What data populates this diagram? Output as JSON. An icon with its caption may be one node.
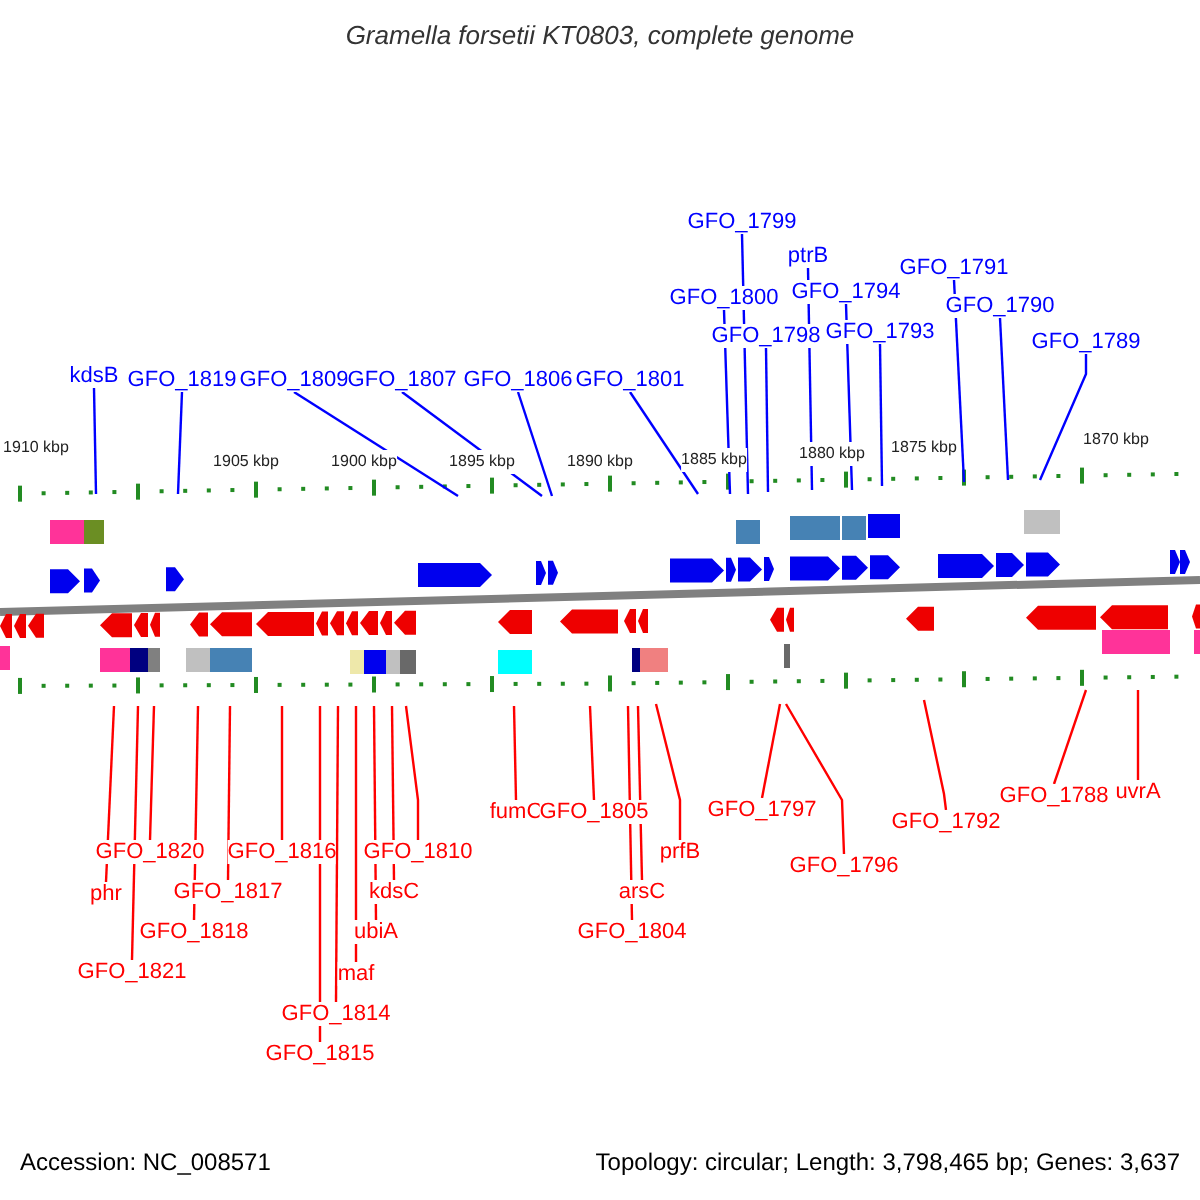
{
  "diagram": {
    "title": "Gramella forsetii KT0803, complete genome",
    "nodes": [
      {
        "text": [
          "kdsB"
        ]
      },
      {
        "text": [
          "GFO_1819"
        ]
      },
      {
        "text": [
          "GFO_1809"
        ]
      },
      {
        "text": [
          "GFO_1807"
        ]
      },
      {
        "text": [
          "GFO_1806"
        ]
      },
      {
        "text": [
          "GFO_1801"
        ]
      },
      {
        "text": [
          "GFO_1800"
        ]
      },
      {
        "text": [
          "GFO_1799"
        ]
      },
      {
        "text": [
          "GFO_1798"
        ]
      },
      {
        "text": [
          "ptrB"
        ]
      },
      {
        "text": [
          "GFO_1794"
        ]
      },
      {
        "text": [
          "GFO_1793"
        ]
      },
      {
        "text": [
          "GFO_1791"
        ]
      },
      {
        "text": [
          "GFO_1790"
        ]
      },
      {
        "text": [
          "GFO_1789"
        ]
      },
      {
        "text": [
          "phr"
        ]
      },
      {
        "text": [
          "GFO_1820"
        ]
      },
      {
        "text": [
          "GFO_1821"
        ]
      },
      {
        "text": [
          "GFO_1817"
        ]
      },
      {
        "text": [
          "GFO_1818"
        ]
      },
      {
        "text": [
          "GFO_1816"
        ]
      },
      {
        "text": [
          "GFO_1815"
        ]
      },
      {
        "text": [
          "GFO_1814"
        ]
      },
      {
        "text": [
          "maf"
        ]
      },
      {
        "text": [
          "ubiA"
        ]
      },
      {
        "text": [
          "kdsC"
        ]
      },
      {
        "text": [
          "GFO_1810"
        ]
      },
      {
        "text": [
          "fumC"
        ]
      },
      {
        "text": [
          "GFO_1805"
        ]
      },
      {
        "text": [
          "arsC"
        ]
      },
      {
        "text": [
          "GFO_1804"
        ]
      },
      {
        "text": [
          "prfB"
        ]
      },
      {
        "text": [
          "GFO_1797"
        ]
      },
      {
        "text": [
          "GFO_1796"
        ]
      },
      {
        "text": [
          "GFO_1792"
        ]
      },
      {
        "text": [
          "GFO_1788"
        ]
      },
      {
        "text": [
          "uvrA"
        ]
      }
    ],
    "edges": [
      {
        "from": 0,
        "to": null,
        "arrow": "none",
        "color": "#0000ff"
      },
      {
        "from": 1,
        "to": null,
        "arrow": "none",
        "color": "#0000ff"
      },
      {
        "from": 2,
        "to": null,
        "arrow": "none",
        "color": "#0000ff"
      },
      {
        "from": 3,
        "to": null,
        "arrow": "none",
        "color": "#0000ff"
      },
      {
        "from": 4,
        "to": null,
        "arrow": "none",
        "color": "#0000ff"
      },
      {
        "from": 5,
        "to": null,
        "arrow": "none",
        "color": "#0000ff"
      },
      {
        "from": 6,
        "to": null,
        "arrow": "none",
        "color": "#0000ff"
      },
      {
        "from": 7,
        "to": null,
        "arrow": "none",
        "color": "#0000ff"
      },
      {
        "from": 8,
        "to": null,
        "arrow": "none",
        "color": "#0000ff"
      },
      {
        "from": 9,
        "to": null,
        "arrow": "none",
        "color": "#0000ff"
      },
      {
        "from": 10,
        "to": null,
        "arrow": "none",
        "color": "#0000ff"
      },
      {
        "from": 11,
        "to": null,
        "arrow": "none",
        "color": "#0000ff"
      },
      {
        "from": 12,
        "to": null,
        "arrow": "none",
        "color": "#0000ff"
      },
      {
        "from": 13,
        "to": null,
        "arrow": "none",
        "color": "#0000ff"
      },
      {
        "from": 14,
        "to": null,
        "arrow": "none",
        "color": "#0000ff"
      },
      {
        "from": 15,
        "to": null,
        "arrow": "none",
        "color": "#ff0000"
      },
      {
        "from": 16,
        "to": null,
        "arrow": "none",
        "color": "#ff0000"
      },
      {
        "from": 17,
        "to": null,
        "arrow": "none",
        "color": "#ff0000"
      },
      {
        "from": 18,
        "to": null,
        "arrow": "none",
        "color": "#ff0000"
      },
      {
        "from": 19,
        "to": null,
        "arrow": "none",
        "color": "#ff0000"
      },
      {
        "from": 20,
        "to": null,
        "arrow": "none",
        "color": "#ff0000"
      },
      {
        "from": 21,
        "to": null,
        "arrow": "none",
        "color": "#ff0000"
      },
      {
        "from": 22,
        "to": null,
        "arrow": "none",
        "color": "#ff0000"
      },
      {
        "from": 23,
        "to": null,
        "arrow": "none",
        "color": "#ff0000"
      },
      {
        "from": 24,
        "to": null,
        "arrow": "none",
        "color": "#ff0000"
      },
      {
        "from": 25,
        "to": null,
        "arrow": "none",
        "color": "#ff0000"
      },
      {
        "from": 26,
        "to": null,
        "arrow": "none",
        "color": "#ff0000"
      },
      {
        "from": 27,
        "to": null,
        "arrow": "none",
        "color": "#ff0000"
      },
      {
        "from": 28,
        "to": null,
        "arrow": "none",
        "color": "#ff0000"
      },
      {
        "from": 29,
        "to": null,
        "arrow": "none",
        "color": "#ff0000"
      },
      {
        "from": 30,
        "to": null,
        "arrow": "none",
        "color": "#ff0000"
      },
      {
        "from": 31,
        "to": null,
        "arrow": "none",
        "color": "#ff0000"
      },
      {
        "from": 32,
        "to": null,
        "arrow": "none",
        "color": "#ff0000"
      },
      {
        "from": 33,
        "to": null,
        "arrow": "none",
        "color": "#ff0000"
      },
      {
        "from": 34,
        "to": null,
        "arrow": "none",
        "color": "#ff0000"
      },
      {
        "from": 35,
        "to": null,
        "arrow": "none",
        "color": "#ff0000"
      },
      {
        "from": 36,
        "to": null,
        "arrow": "none",
        "color": "#ff0000"
      }
    ],
    "labels": [
      "1910 kbp",
      "1905 kbp",
      "1900 kbp",
      "1895 kbp",
      "1890 kbp",
      "1885 kbp",
      "1880 kbp",
      "1875 kbp",
      "1870 kbp",
      "Accession: NC_008571",
      "Topology: circular; Length: 3,798,465 bp; Genes: 3,637"
    ]
  }
}
